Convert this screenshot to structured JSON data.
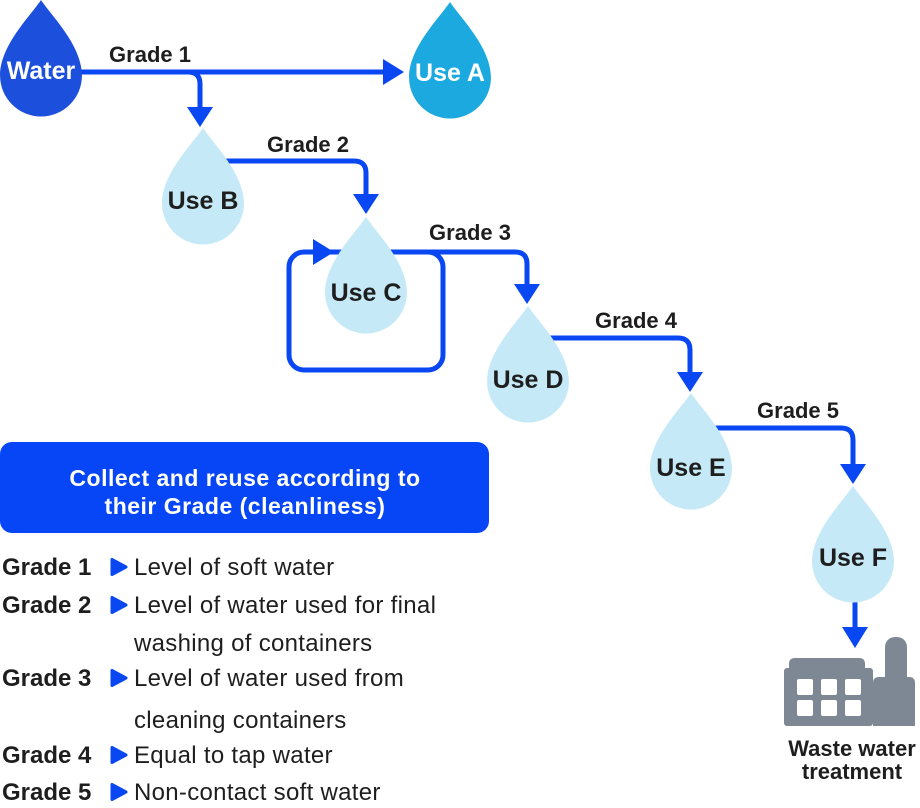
{
  "colors": {
    "arrow_blue": "#0847f2",
    "water_drop_blue": "#1d4fdd",
    "use_a_cyan": "#1ca9e0",
    "light_drop_blue": "#c5e9f7",
    "banner_blue": "#0646f7",
    "text_dark": "#1e1e1e",
    "factory_gray": "#7e8894",
    "white": "#ffffff"
  },
  "diagram": {
    "source_label": "Water",
    "uses": [
      "Use A",
      "Use B",
      "Use C",
      "Use D",
      "Use E",
      "Use F"
    ],
    "grades": [
      "Grade 1",
      "Grade 2",
      "Grade 3",
      "Grade 4",
      "Grade 5"
    ],
    "treatment": {
      "line1": "Waste water",
      "line2": "treatment"
    }
  },
  "banner": {
    "line1": "Collect and reuse according to",
    "line2": "their Grade (cleanliness)"
  },
  "legend": {
    "items": [
      {
        "grade": "Grade 1",
        "desc1": "Level of soft water"
      },
      {
        "grade": "Grade 2",
        "desc1": "Level of water used for final",
        "desc2": "washing of containers"
      },
      {
        "grade": "Grade 3",
        "desc1": "Level of water used from",
        "desc2": "cleaning containers"
      },
      {
        "grade": "Grade 4",
        "desc1": "Equal to tap water"
      },
      {
        "grade": "Grade 5",
        "desc1": "Non-contact soft water"
      }
    ]
  }
}
